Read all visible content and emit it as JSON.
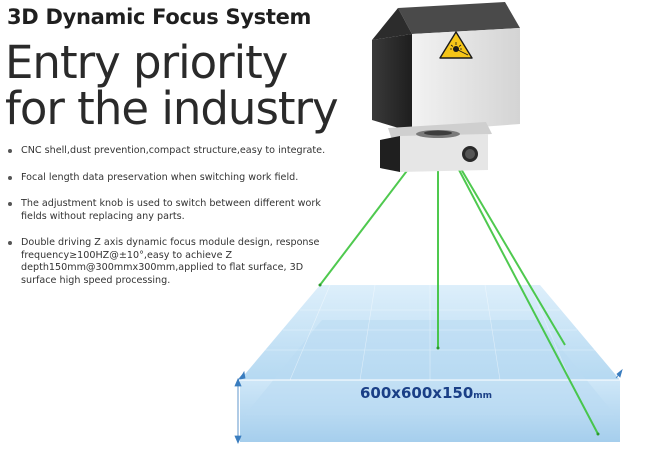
{
  "title": "3D Dynamic Focus System",
  "headline": {
    "line1": "Entry priority",
    "line2": "for the industry"
  },
  "bullets": [
    {
      "text": "CNC shell,dust prevention,compact structure,easy to integrate."
    },
    {
      "text": "Focal length data preservation when switching work field."
    },
    {
      "text": "The adjustment knob is used to switch between different work fields without replacing any parts."
    },
    {
      "text": "Double driving Z axis dynamic focus module design, response frequency≥100HZ@±10°,easy to achieve Z depth150mm@300mmx300mm,applied to flat surface, 3D surface high speed processing."
    }
  ],
  "work_volume": {
    "value": "600x600x150",
    "unit": "mm"
  },
  "colors": {
    "laser": "#3cc43c",
    "field": "#a9d3ef",
    "dimension_text": "#1a3f86",
    "warning_sign": "#f5c518"
  },
  "icons": {
    "device_label": "laser-warning-icon"
  }
}
